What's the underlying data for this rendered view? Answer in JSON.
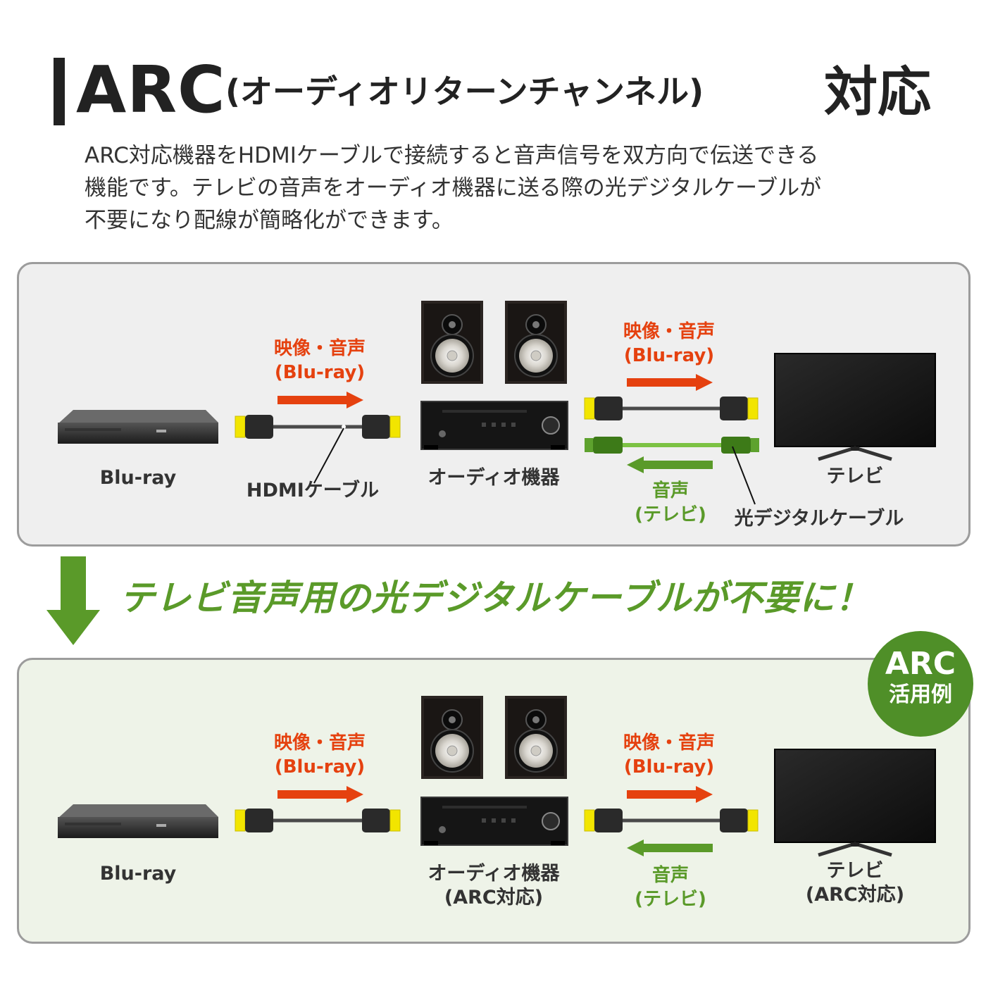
{
  "title": {
    "main": "ARC",
    "paren": "(オーディオリターンチャンネル)",
    "tail": "対応"
  },
  "description": [
    "ARC対応機器をHDMIケーブルで接続すると音声信号を双方向で伝送できる",
    "機能です。テレビの音声をオーディオ機器に送る際の光デジタルケーブルが",
    "不要になり配線が簡略化ができます。"
  ],
  "top_panel": {
    "bluray_label": "Blu-ray",
    "hdmi_cable_label": "HDMIケーブル",
    "audio_label": "オーディオ機器",
    "tv_label": "テレビ",
    "optical_cable_label": "光デジタルケーブル",
    "left_signal": [
      "映像・音声",
      "(Blu-ray)"
    ],
    "right_signal": [
      "映像・音声",
      "(Blu-ray)"
    ],
    "return_signal": [
      "音声",
      "(テレビ)"
    ]
  },
  "banner": "テレビ音声用の光デジタルケーブルが不要に！",
  "arc_badge": {
    "line1": "ARC",
    "line2": "活用例"
  },
  "bottom_panel": {
    "bluray_label": "Blu-ray",
    "audio_label": [
      "オーディオ機器",
      "(ARC対応)"
    ],
    "tv_label": [
      "テレビ",
      "(ARC対応)"
    ],
    "left_signal": [
      "映像・音声",
      "(Blu-ray)"
    ],
    "right_signal": [
      "映像・音声",
      "(Blu-ray)"
    ],
    "return_signal": [
      "音声",
      "(テレビ)"
    ]
  },
  "colors": {
    "accent_red": "#e5410f",
    "accent_green": "#5a9a29",
    "hdmi_plug": "#f2e500",
    "optical_cable": "#7cc243"
  }
}
